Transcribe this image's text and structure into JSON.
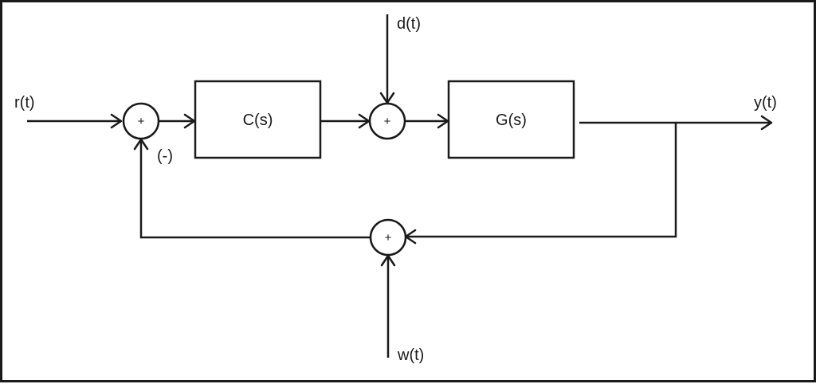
{
  "signals": {
    "reference": "r(t)",
    "disturbance": "d(t)",
    "output": "y(t)",
    "noise": "w(t)"
  },
  "blocks": {
    "controller": "C(s)",
    "plant": "G(s)"
  },
  "summing_junctions": {
    "error_sign": "+",
    "disturbance_sign": "+",
    "noise_sign": "+",
    "feedback_sign_label": "(-)"
  },
  "colors": {
    "stroke": "#1a1a1a",
    "background": "#ffffff"
  }
}
